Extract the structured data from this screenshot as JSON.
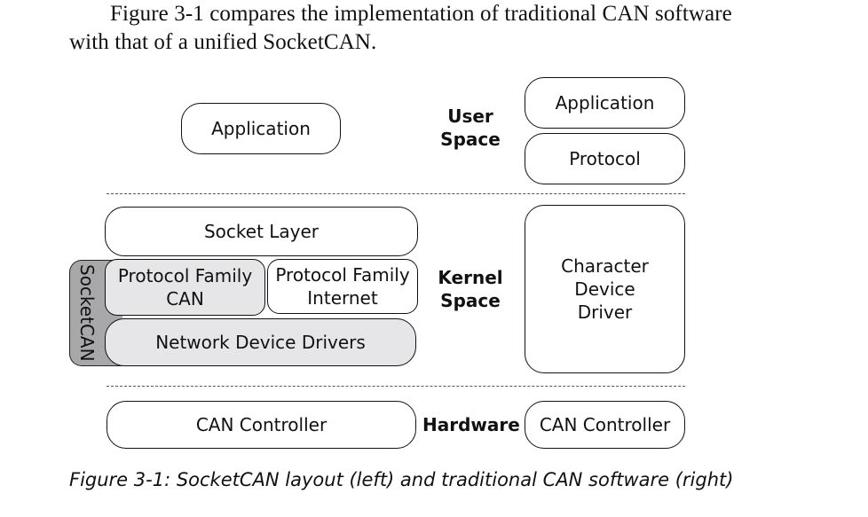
{
  "paragraph": {
    "line1": "Figure 3-1 compares the implementation of traditional CAN software",
    "line2": "with that of a unified SocketCAN."
  },
  "figure": {
    "layers": {
      "user": [
        "User",
        "Space"
      ],
      "kernel": [
        "Kernel",
        "Space"
      ],
      "hardware": "Hardware"
    },
    "left": {
      "application": "Application",
      "socket_layer": "Socket Layer",
      "pf_can": [
        "Protocol Family",
        "CAN"
      ],
      "pf_internet": [
        "Protocol Family",
        "Internet"
      ],
      "network_drivers": "Network Device Drivers",
      "socketcan_label": "SocketCAN",
      "can_controller": "CAN Controller"
    },
    "right": {
      "application": "Application",
      "protocol": "Protocol",
      "char_driver": [
        "Character",
        "Device",
        "Driver"
      ],
      "can_controller": "CAN Controller"
    },
    "colors": {
      "socketcan_band": "#a8a8ab",
      "socketcan_box": "#e6e6e8"
    }
  },
  "caption": "Figure 3-1: SocketCAN layout (left) and traditional CAN software (right)"
}
